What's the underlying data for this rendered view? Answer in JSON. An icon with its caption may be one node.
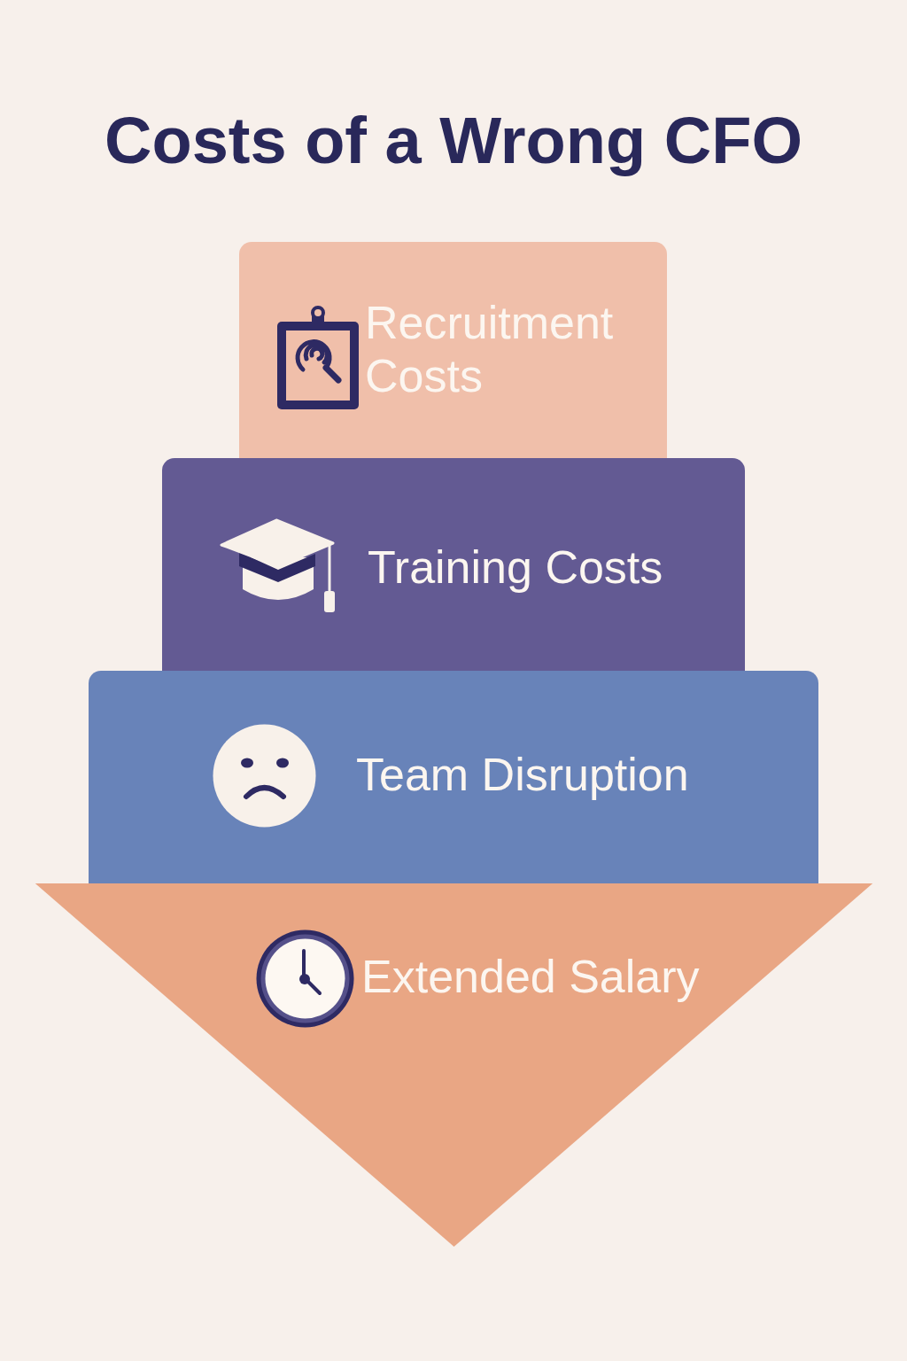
{
  "diagram": {
    "title": "Costs of a Wrong CFO",
    "nodes": [
      {
        "text": [
          "Recruitment Costs"
        ]
      },
      {
        "text": [
          "Training Costs"
        ]
      },
      {
        "text": [
          "Team Disruption"
        ]
      },
      {
        "text": [
          "Extended Salary"
        ]
      }
    ]
  }
}
